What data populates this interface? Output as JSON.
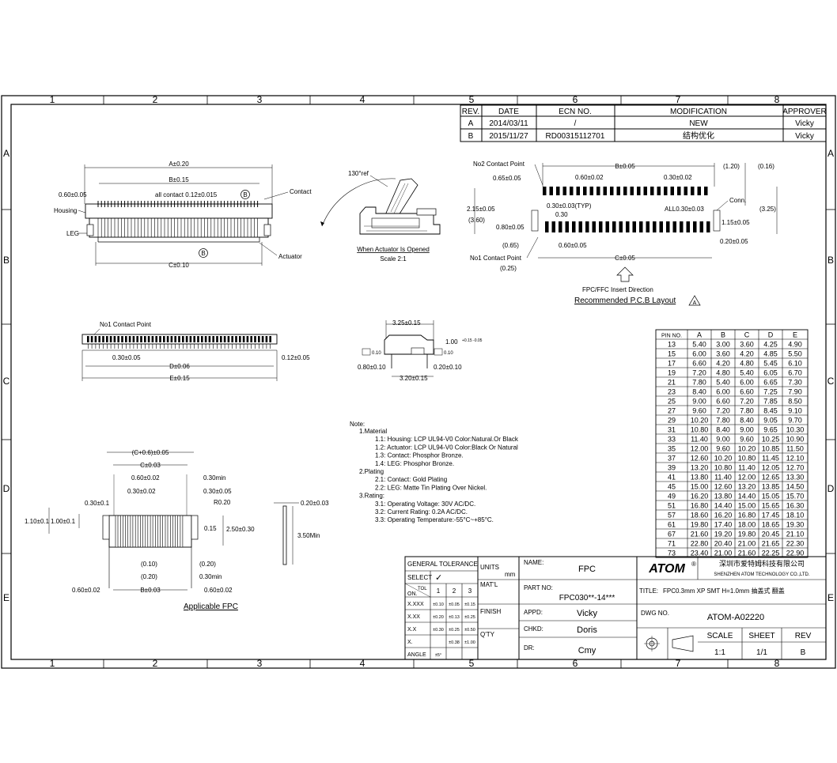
{
  "zones": {
    "columns": [
      "1",
      "2",
      "3",
      "4",
      "5",
      "6",
      "7",
      "8"
    ],
    "rows": [
      "A",
      "B",
      "C",
      "D",
      "E"
    ]
  },
  "revision_table": {
    "headers": [
      "REV.",
      "DATE",
      "ECN NO.",
      "MODIFICATION",
      "APPROVER"
    ],
    "rows": [
      [
        "A",
        "2014/03/11",
        "/",
        "NEW",
        "Vicky"
      ],
      [
        "B",
        "2015/11/27",
        "RD00315112701",
        "结构优化",
        "Vicky"
      ]
    ]
  },
  "top_view": {
    "dim_a": "A±0.20",
    "dim_b": "B±0.15",
    "dim_pitch": "all contact 0.12±0.015",
    "dim_left": "0.60±0.05",
    "dim_c": "C±0.10",
    "callout_b": "B",
    "label_housing": "Housing",
    "label_leg": "LEG",
    "label_contact": "Contact",
    "label_actuator": "Actuator"
  },
  "side_view": {
    "angle": "130°ref",
    "caption": "When Actuator Is Opened",
    "scale": "Scale 2:1"
  },
  "pcb_layout": {
    "no2": "No2 Contact Point",
    "no1": "No1 Contact Point",
    "dim_065": "0.65±0.05",
    "dim_060a": "0.60±0.02",
    "dim_b": "B±0.05",
    "dim_030a": "0.30±0.02",
    "dim_120": "(1.20)",
    "dim_016": "(0.16)",
    "dim_215": "2.15±0.05",
    "dim_360": "(3.60)",
    "dim_030typ": "0.30±0.03(TYP)",
    "dim_030": "0.30",
    "dim_080": "0.80±0.05",
    "dim_065p": "(0.65)",
    "dim_060b": "0.60±0.05",
    "dim_all": "ALL0.30±0.03",
    "label_conn": "Conn.",
    "dim_325": "(3.25)",
    "dim_115": "1.15±0.05",
    "dim_020": "0.20±0.05",
    "dim_c": "C±0.05",
    "dim_025": "(0.25)",
    "insert": "FPC/FFC Insert Direction",
    "title": "Recommended P.C.B Layout",
    "rev_mark": "A"
  },
  "front_view": {
    "no1": "No1 Contact Point",
    "dim_030": "0.30±0.05",
    "dim_012": "0.12±0.05",
    "dim_d": "D±0.06",
    "dim_e": "E±0.15"
  },
  "end_view": {
    "dim_325": "3.25±0.15",
    "dim_100": "1.00",
    "dim_100_tol": "+0.15 -0.05",
    "flat_a": "0.10",
    "flat_b": "0.10",
    "dim_080": "0.80±0.10",
    "dim_020": "0.20±0.10",
    "dim_320": "3.20±0.15"
  },
  "notes": {
    "heading": "Note:",
    "lines": [
      "1.Material",
      "1.1: Housing: LCP UL94-V0 Color:Natural.Or Black",
      "1.2: Actuator: LCP UL94-V0 Color:Black Or Natural",
      "1.3: Contact: Phosphor Bronze.",
      "1.4: LEG: Phosphor Bronze.",
      "2.Plating",
      "2.1: Contact: Gold Plating",
      "2.2: LEG: Matte Tin Plating Over Nickel.",
      "3.Rating:",
      "3.1: Operating Voltage: 30V AC/DC.",
      "3.2: Current Rating: 0.2A AC/DC.",
      "3.3: Operating Temperature:-55°C~+85°C."
    ]
  },
  "fpc_view": {
    "dim_c06": "(C+0.6)±0.05",
    "dim_c03": "C±0.03",
    "dim_060a": "0.60±0.02",
    "dim_030a": "0.30±0.02",
    "dim_030m1": "0.30min",
    "dim_030b": "0.30±0.05",
    "dim_r020": "R0.20",
    "dim_015": "0.15",
    "dim_030c": "0.30±0.1",
    "dim_110": "1.10±0.1",
    "dim_100": "1.00±0.1",
    "dim_250": "2.50±0.30",
    "dim_010": "(0.10)",
    "dim_020a": "(0.20)",
    "dim_020b": "(0.20)",
    "dim_030m2": "0.30min",
    "dim_060b": "0.60±0.02",
    "dim_b03": "B±0.03",
    "dim_060c": "0.60±0.02",
    "caption": "Applicable FPC"
  },
  "fpc_thickness": {
    "dim_020": "0.20±0.03",
    "dim_350": "3.50Min"
  },
  "pin_table": {
    "headers": [
      "PIN NO.",
      "A",
      "B",
      "C",
      "D",
      "E"
    ],
    "rows": [
      [
        "13",
        "5.40",
        "3.00",
        "3.60",
        "4.25",
        "4.90"
      ],
      [
        "15",
        "6.00",
        "3.60",
        "4.20",
        "4.85",
        "5.50"
      ],
      [
        "17",
        "6.60",
        "4.20",
        "4.80",
        "5.45",
        "6.10"
      ],
      [
        "19",
        "7.20",
        "4.80",
        "5.40",
        "6.05",
        "6.70"
      ],
      [
        "21",
        "7.80",
        "5.40",
        "6.00",
        "6.65",
        "7.30"
      ],
      [
        "23",
        "8.40",
        "6.00",
        "6.60",
        "7.25",
        "7.90"
      ],
      [
        "25",
        "9.00",
        "6.60",
        "7.20",
        "7.85",
        "8.50"
      ],
      [
        "27",
        "9.60",
        "7.20",
        "7.80",
        "8.45",
        "9.10"
      ],
      [
        "29",
        "10.20",
        "7.80",
        "8.40",
        "9.05",
        "9.70"
      ],
      [
        "31",
        "10.80",
        "8.40",
        "9.00",
        "9.65",
        "10.30"
      ],
      [
        "33",
        "11.40",
        "9.00",
        "9.60",
        "10.25",
        "10.90"
      ],
      [
        "35",
        "12.00",
        "9.60",
        "10.20",
        "10.85",
        "11.50"
      ],
      [
        "37",
        "12.60",
        "10.20",
        "10.80",
        "11.45",
        "12.10"
      ],
      [
        "39",
        "13.20",
        "10.80",
        "11.40",
        "12.05",
        "12.70"
      ],
      [
        "41",
        "13.80",
        "11.40",
        "12.00",
        "12.65",
        "13.30"
      ],
      [
        "45",
        "15.00",
        "12.60",
        "13.20",
        "13.85",
        "14.50"
      ],
      [
        "49",
        "16.20",
        "13.80",
        "14.40",
        "15.05",
        "15.70"
      ],
      [
        "51",
        "16.80",
        "14.40",
        "15.00",
        "15.65",
        "16.30"
      ],
      [
        "57",
        "18.60",
        "16.20",
        "16.80",
        "17.45",
        "18.10"
      ],
      [
        "61",
        "19.80",
        "17.40",
        "18.00",
        "18.65",
        "19.30"
      ],
      [
        "67",
        "21.60",
        "19.20",
        "19.80",
        "20.45",
        "21.10"
      ],
      [
        "71",
        "22.80",
        "20.40",
        "21.00",
        "21.65",
        "22.30"
      ],
      [
        "73",
        "23.40",
        "21.00",
        "21.60",
        "22.25",
        "22.90"
      ]
    ]
  },
  "title_block": {
    "general_tolerance": "GENERAL TOLERANCE",
    "units_label": "UNITS",
    "units_value": "mm",
    "select": "SELECT",
    "check_mark": "✓",
    "tol": "TOL",
    "on": "ON.",
    "tol_cols": [
      "1",
      "2",
      "3"
    ],
    "tol_rows": [
      [
        "X.XXX",
        "±0.10",
        "±0.05",
        "±0.15"
      ],
      [
        "X.XX",
        "±0.20",
        "±0.13",
        "±0.25"
      ],
      [
        "X.X",
        "±0.30",
        "±0.25",
        "±0.50"
      ],
      [
        "X.",
        "",
        "±0.38",
        "±1.00"
      ],
      [
        "ANGLE",
        "±5°",
        "",
        ""
      ]
    ],
    "matl_label": "MAT'L",
    "finish_label": "FINISH",
    "qty_label": "Q'TY",
    "name_label": "NAME:",
    "name_value": "FPC",
    "part_no_label": "PART NO:",
    "part_no_value": "FPC030**-14***",
    "appd_label": "APPD:",
    "appd_value": "Vicky",
    "chkd_label": "CHKD:",
    "chkd_value": "Doris",
    "dr_label": "DR:",
    "dr_value": "Cmy",
    "logo": "ATOM",
    "reg": "®",
    "company_cn": "深圳市爱特姆科技有限公司",
    "company_en": "SHENZHEN ATOM TECHNOLOGY CO.,LTD.",
    "title_label": "TITLE:",
    "title_value": "FPC0.3mm XP SMT H=1.0mm 抽盖式 翻盖",
    "dwg_label": "DWG NO.",
    "dwg_value": "ATOM-A02220",
    "scale_label": "SCALE",
    "scale_value": "1:1",
    "sheet_label": "SHEET",
    "sheet_value": "1/1",
    "rev_label": "REV",
    "rev_value": "B"
  }
}
